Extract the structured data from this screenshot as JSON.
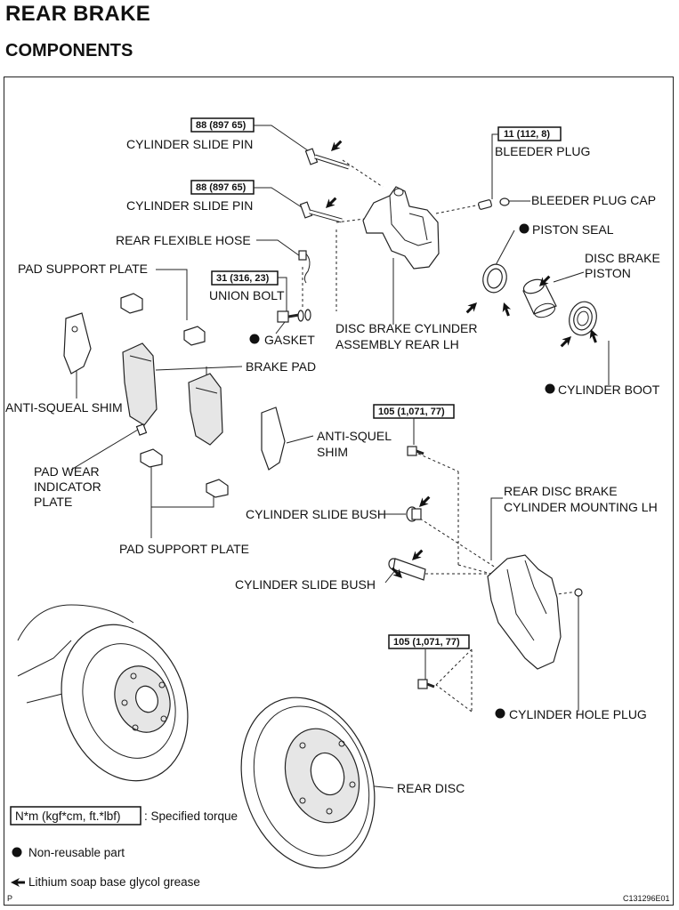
{
  "header": {
    "title": "REAR BRAKE",
    "subtitle": "COMPONENTS"
  },
  "torques": {
    "slide_pin_1": "88 (897 65)",
    "slide_pin_2": "88 (897 65)",
    "bleeder": "11 (112, 8)",
    "union_bolt": "31 (316, 23)",
    "mount_bolt_1": "105 (1,071, 77)",
    "mount_bolt_2": "105 (1,071, 77)"
  },
  "labels": {
    "cylinder_slide_pin_1": "CYLINDER SLIDE PIN",
    "cylinder_slide_pin_2": "CYLINDER SLIDE PIN",
    "bleeder_plug": "BLEEDER PLUG",
    "bleeder_plug_cap": "BLEEDER PLUG CAP",
    "piston_seal": "PISTON SEAL",
    "rear_flexible_hose": "REAR FLEXIBLE HOSE",
    "pad_support_plate_top": "PAD SUPPORT PLATE",
    "union_bolt": "UNION BOLT",
    "disc_brake_piston_1": "DISC BRAKE",
    "disc_brake_piston_2": "PISTON",
    "gasket": "GASKET",
    "disc_brake_cyl_1": "DISC BRAKE CYLINDER",
    "disc_brake_cyl_2": "ASSEMBLY REAR LH",
    "brake_pad": "BRAKE PAD",
    "cylinder_boot": "CYLINDER BOOT",
    "anti_squeal_shim": "ANTI-SQUEAL SHIM",
    "anti_squel_shim_1": "ANTI-SQUEL",
    "anti_squel_shim_2": "SHIM",
    "pad_wear_1": "PAD WEAR",
    "pad_wear_2": "INDICATOR",
    "pad_wear_3": "PLATE",
    "rear_mount_1": "REAR DISC BRAKE",
    "rear_mount_2": "CYLINDER MOUNTING LH",
    "cylinder_slide_bush_1": "CYLINDER SLIDE BUSH",
    "cylinder_slide_bush_2": "CYLINDER SLIDE BUSH",
    "pad_support_plate_bottom": "PAD SUPPORT PLATE",
    "cylinder_hole_plug": "CYLINDER HOLE PLUG",
    "rear_disc": "REAR DISC"
  },
  "legend": {
    "torque_unit": "N*m (kgf*cm, ft.*lbf)",
    "torque_text": ": Specified torque",
    "non_reusable": "Non-reusable part",
    "grease": "Lithium soap base glycol grease"
  },
  "footer": {
    "code": "C131296E01",
    "page_mark": "P"
  }
}
